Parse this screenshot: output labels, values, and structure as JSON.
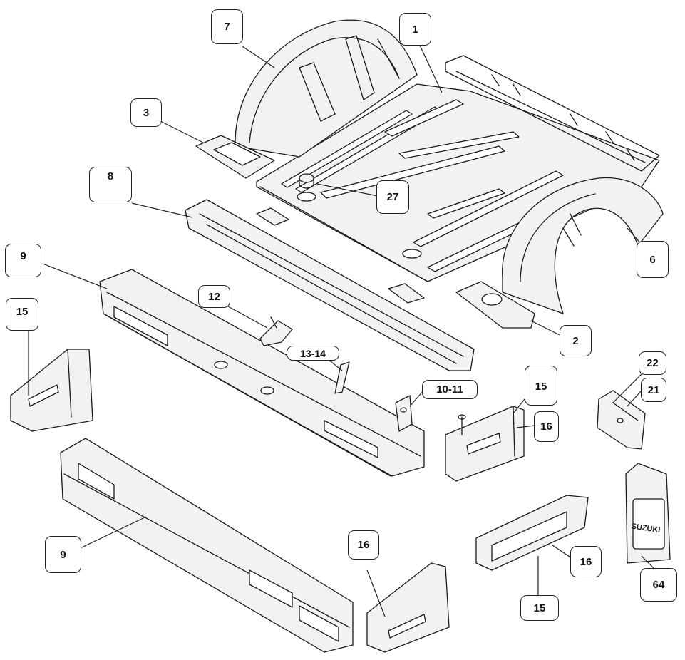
{
  "callouts": [
    {
      "id": "c1",
      "label": "1"
    },
    {
      "id": "c2",
      "label": "2"
    },
    {
      "id": "c3",
      "label": "3"
    },
    {
      "id": "c6",
      "label": "6"
    },
    {
      "id": "c7",
      "label": "7"
    },
    {
      "id": "c8",
      "label": "8"
    },
    {
      "id": "c9a",
      "label": "9"
    },
    {
      "id": "c9b",
      "label": "9"
    },
    {
      "id": "c1011",
      "label": "10-11"
    },
    {
      "id": "c12",
      "label": "12"
    },
    {
      "id": "c1314",
      "label": "13-14"
    },
    {
      "id": "c15a",
      "label": "15"
    },
    {
      "id": "c15b",
      "label": "15"
    },
    {
      "id": "c15c",
      "label": "15"
    },
    {
      "id": "c16a",
      "label": "16"
    },
    {
      "id": "c16b",
      "label": "16"
    },
    {
      "id": "c16c",
      "label": "16"
    },
    {
      "id": "c21",
      "label": "21"
    },
    {
      "id": "c22",
      "label": "22"
    },
    {
      "id": "c27",
      "label": "27"
    },
    {
      "id": "c64",
      "label": "64"
    }
  ],
  "mudflap_logo": "SUZUKI"
}
